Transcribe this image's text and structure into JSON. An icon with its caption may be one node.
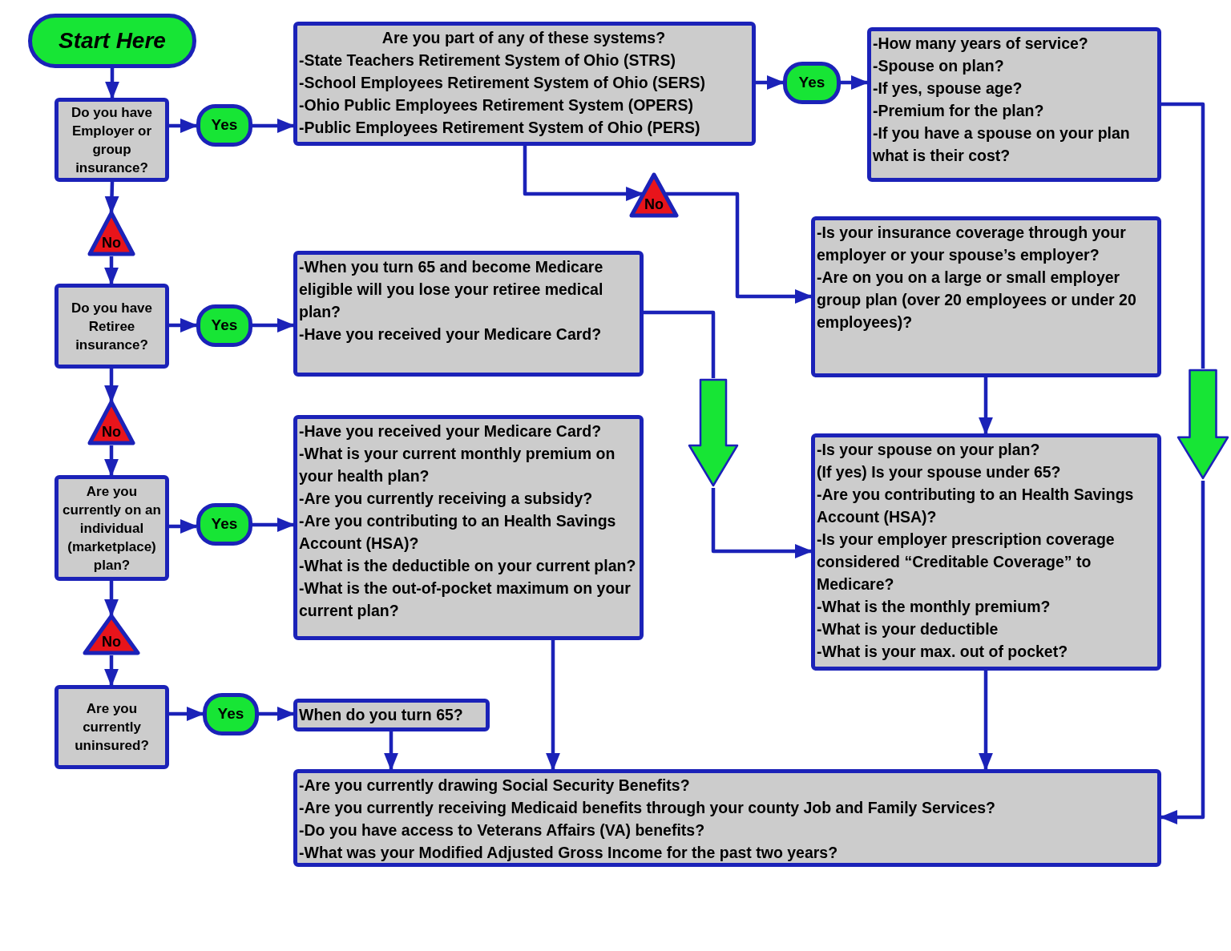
{
  "diagram": {
    "nodes": [
      {
        "text": [
          "Start Here"
        ]
      },
      {
        "text": [
          "Do you have Employer or group insurance?"
        ]
      },
      {
        "text": [
          "Yes"
        ]
      },
      {
        "text": [
          "Are you part of any of these systems?",
          "-State Teachers Retirement System of Ohio (STRS)",
          "-School Employees Retirement System of Ohio (SERS)",
          "-Ohio Public Employees Retirement System (OPERS)",
          "-Public Employees Retirement System of Ohio (PERS)"
        ]
      },
      {
        "text": [
          "Yes"
        ]
      },
      {
        "text": [
          "-How many years of service?",
          "-Spouse on plan?",
          "-If yes, spouse age?",
          "-Premium for the plan?",
          "-If you have a spouse on your plan what is their cost?"
        ]
      },
      {
        "text": [
          "No"
        ]
      },
      {
        "text": [
          "-Is your insurance coverage through your employer or your spouse’s employer?",
          "-Are on you on a large or small employer group plan (over 20 employees or under 20 employees)?"
        ]
      },
      {
        "text": [
          "No"
        ]
      },
      {
        "text": [
          "Do you have Retiree insurance?"
        ]
      },
      {
        "text": [
          "Yes"
        ]
      },
      {
        "text": [
          "-When you turn 65 and become Medicare eligible will you lose your retiree medical plan?",
          "-Have you received your Medicare Card?"
        ]
      },
      {
        "text": [
          "No"
        ]
      },
      {
        "text": [
          "Are you currently on an individual (marketplace) plan?"
        ]
      },
      {
        "text": [
          "Yes"
        ]
      },
      {
        "text": [
          "-Have you received your Medicare Card?",
          "-What is your current monthly premium on your health plan?",
          "-Are you currently receiving a subsidy?",
          "-Are you contributing to an Health Savings Account (HSA)?",
          "-What is the deductible on your current plan?",
          "-What is the out-of-pocket maximum on your current plan?"
        ]
      },
      {
        "text": [
          "No"
        ]
      },
      {
        "text": [
          "Are you currently uninsured?"
        ]
      },
      {
        "text": [
          "Yes"
        ]
      },
      {
        "text": [
          "When do you turn 65?"
        ]
      },
      {
        "text": [
          "-Is your spouse on your plan?",
          "(If yes) Is your spouse under 65?",
          "-Are you contributing to an Health Savings Account (HSA)?",
          "-Is your employer prescription coverage considered “Creditable Coverage” to Medicare?",
          "-What is the monthly premium?",
          "-What is your deductible",
          "-What is your max. out of pocket?"
        ]
      },
      {
        "text": [
          "-Are you currently drawing Social Security Benefits?",
          "-Are you currently receiving Medicaid benefits through your county Job and Family Services?",
          "-Do you have access to Veterans Affairs (VA) benefits?",
          "-What was your Modified Adjusted Gross Income for the past two years?"
        ]
      },
      {
        "text": [],
        "shape": "arrow"
      },
      {
        "text": [],
        "shape": "arrow"
      }
    ],
    "edges": [
      {
        "from": 0,
        "to": 1,
        "arrow": "to"
      },
      {
        "from": 1,
        "to": 2,
        "arrow": "to"
      },
      {
        "from": 2,
        "to": 3,
        "arrow": "to"
      },
      {
        "from": 3,
        "to": 4,
        "arrow": "to"
      },
      {
        "from": 4,
        "to": 5,
        "arrow": "to"
      },
      {
        "from": 3,
        "to": 6,
        "arrow": "to"
      },
      {
        "from": 6,
        "to": 7,
        "arrow": "to"
      },
      {
        "from": 1,
        "to": 8,
        "arrow": "to"
      },
      {
        "from": 8,
        "to": 9,
        "arrow": "to"
      },
      {
        "from": 9,
        "to": 10,
        "arrow": "to"
      },
      {
        "from": 10,
        "to": 11,
        "arrow": "to"
      },
      {
        "from": 11,
        "to": 22,
        "arrow": "none"
      },
      {
        "from": 22,
        "to": 20,
        "arrow": "to"
      },
      {
        "from": 7,
        "to": 20,
        "arrow": "to"
      },
      {
        "from": 9,
        "to": 12,
        "arrow": "to"
      },
      {
        "from": 12,
        "to": 13,
        "arrow": "to"
      },
      {
        "from": 13,
        "to": 14,
        "arrow": "to"
      },
      {
        "from": 14,
        "to": 15,
        "arrow": "to"
      },
      {
        "from": 13,
        "to": 16,
        "arrow": "to"
      },
      {
        "from": 16,
        "to": 17,
        "arrow": "to"
      },
      {
        "from": 17,
        "to": 18,
        "arrow": "to"
      },
      {
        "from": 18,
        "to": 19,
        "arrow": "to"
      },
      {
        "from": 19,
        "to": 21,
        "arrow": "to"
      },
      {
        "from": 15,
        "to": 21,
        "arrow": "to"
      },
      {
        "from": 20,
        "to": 21,
        "arrow": "to"
      },
      {
        "from": 5,
        "to": 23,
        "arrow": "none"
      },
      {
        "from": 23,
        "to": 21,
        "arrow": "to"
      }
    ]
  }
}
